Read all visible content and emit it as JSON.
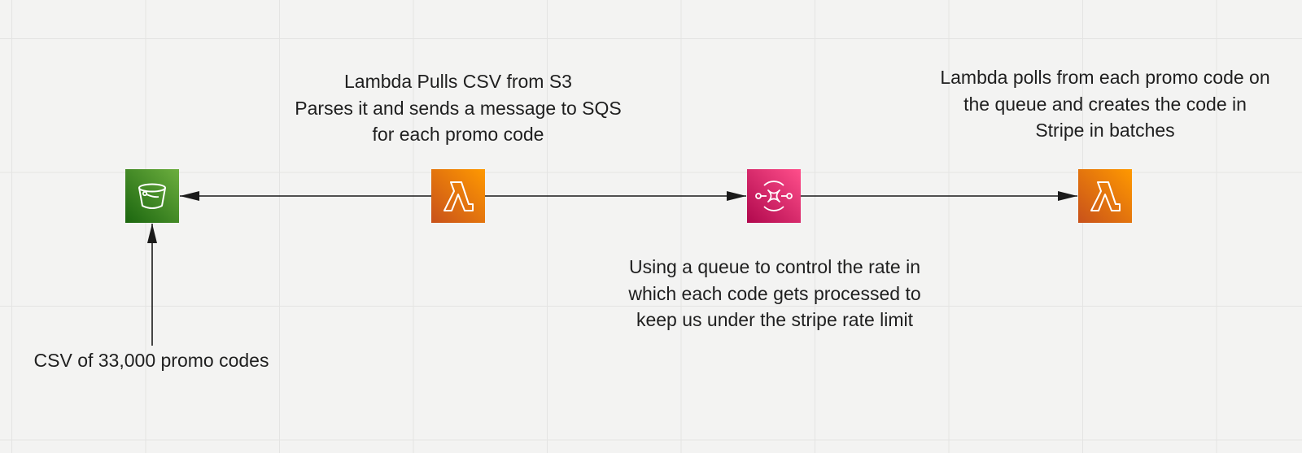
{
  "diagram": {
    "nodes": [
      {
        "id": "s3-bucket",
        "icon": "s3-bucket-icon",
        "service": "Amazon S3",
        "color_from": "#1b660f",
        "color_to": "#6cae3e"
      },
      {
        "id": "lambda-parser",
        "icon": "lambda-icon",
        "service": "AWS Lambda",
        "color_from": "#c8511b",
        "color_to": "#ff9900"
      },
      {
        "id": "sqs-queue",
        "icon": "sqs-queue-icon",
        "service": "Amazon SQS",
        "color_from": "#b0084d",
        "color_to": "#ff4f8b"
      },
      {
        "id": "lambda-worker",
        "icon": "lambda-icon",
        "service": "AWS Lambda",
        "color_from": "#c8511b",
        "color_to": "#ff9900"
      }
    ],
    "edges": [
      {
        "from": "lambda-parser",
        "to": "s3-bucket"
      },
      {
        "from": "lambda-parser",
        "to": "sqs-queue"
      },
      {
        "from": "sqs-queue",
        "to": "lambda-worker"
      },
      {
        "from": "csv-upload-label",
        "to": "s3-bucket"
      }
    ],
    "labels": {
      "lambda_parser": "Lambda Pulls CSV from S3\nParses it and sends a message to SQS\nfor each promo code",
      "lambda_worker": "Lambda polls from each promo code on\nthe queue and creates the code in\nStripe in batches",
      "sqs_queue": "Using a queue to control the rate in\nwhich each code gets processed to\nkeep us under the stripe rate limit",
      "csv_upload": "CSV of 33,000 promo codes"
    },
    "colors": {
      "background": "#f3f3f2",
      "grid": "#e4e4e3",
      "connector": "#1a1a1a"
    }
  }
}
